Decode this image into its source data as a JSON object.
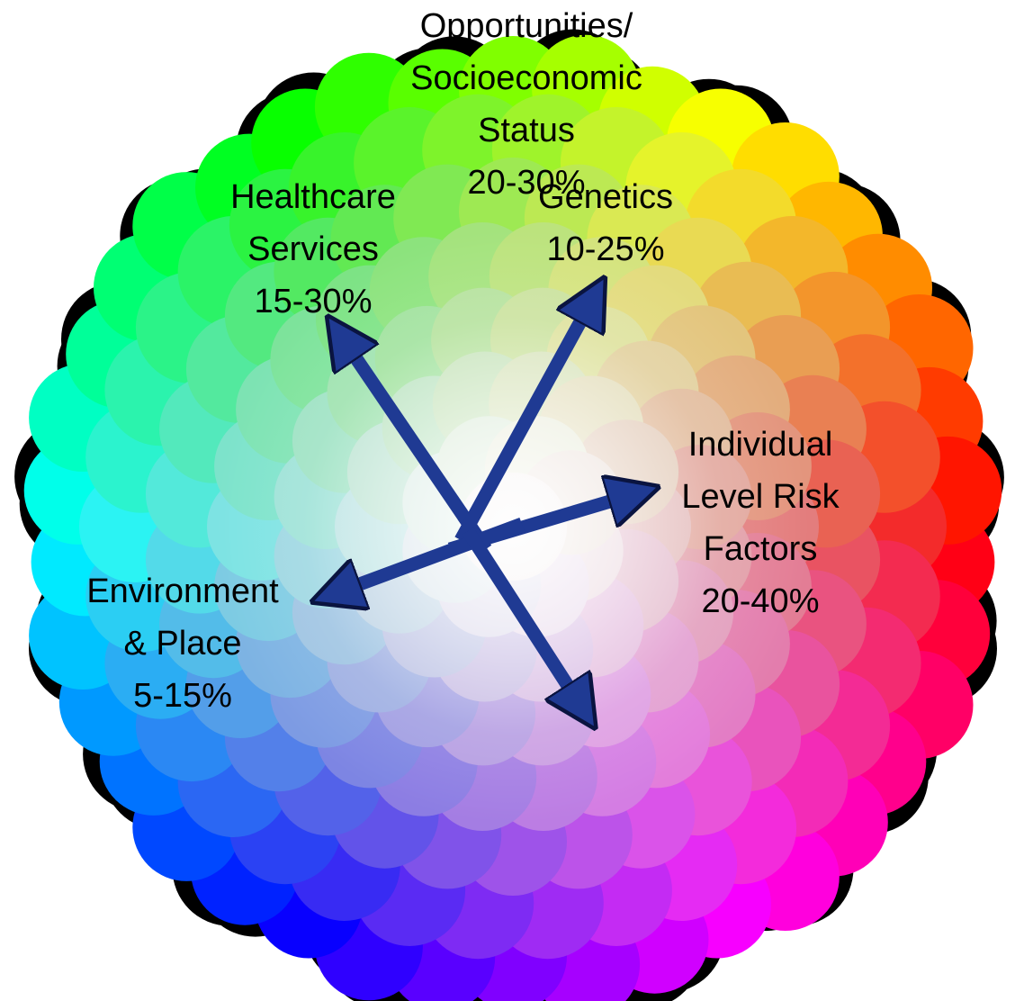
{
  "diagram": {
    "colors": {
      "arrow": "#1f3a93",
      "outline": "#000000"
    },
    "factors": [
      {
        "id": "healthcare",
        "lines": [
          "Healthcare",
          "Services",
          "15-30%"
        ]
      },
      {
        "id": "genetics",
        "lines": [
          "Genetics",
          "10-25%"
        ]
      },
      {
        "id": "individual",
        "lines": [
          "Individual",
          "Level Risk",
          "Factors",
          "20-40%"
        ]
      },
      {
        "id": "environment",
        "lines": [
          "Environment",
          "& Place",
          "5-15%"
        ]
      },
      {
        "id": "opportunities",
        "lines": [
          "Opportunities/",
          "Socioeconomic",
          "Status",
          "20-30%"
        ]
      }
    ]
  }
}
